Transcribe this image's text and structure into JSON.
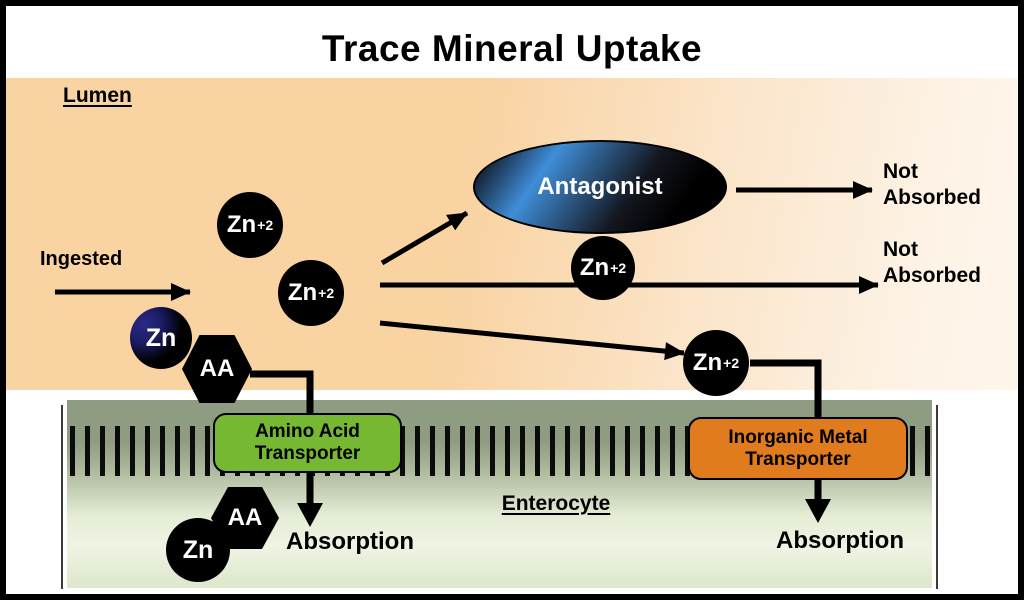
{
  "title": "Trace Mineral Uptake",
  "lumen": {
    "label": "Lumen"
  },
  "enterocyte": {
    "label": "Enterocyte"
  },
  "labels": {
    "ingested": "Ingested",
    "not_absorbed": {
      "line1": "Not",
      "line2": "Absorbed"
    },
    "absorption": "Absorption"
  },
  "antagonist": {
    "label": "Antagonist"
  },
  "transporters": {
    "amino": {
      "line1": "Amino Acid",
      "line2": "Transporter",
      "color": "#76b831"
    },
    "inorganic": {
      "line1": "Inorganic Metal",
      "line2": "Transporter",
      "color": "#e07b1e"
    }
  },
  "molecules": {
    "zn_ion": {
      "symbol": "Zn",
      "charge": "+2"
    },
    "zn": {
      "symbol": "Zn"
    },
    "amino_acid": {
      "symbol": "AA"
    }
  },
  "colors": {
    "lumen_orange": "#f9d3a2",
    "enterocyte_green_top": "#8e9c82",
    "enterocyte_green_bottom": "#dce7cb",
    "amino_transporter_green": "#76b831",
    "inorganic_transporter_orange": "#e07b1e",
    "antagonist_blue": "#3f8ed8",
    "zn_complex_blue": "#1c1c66",
    "arrow_black": "#000000"
  }
}
